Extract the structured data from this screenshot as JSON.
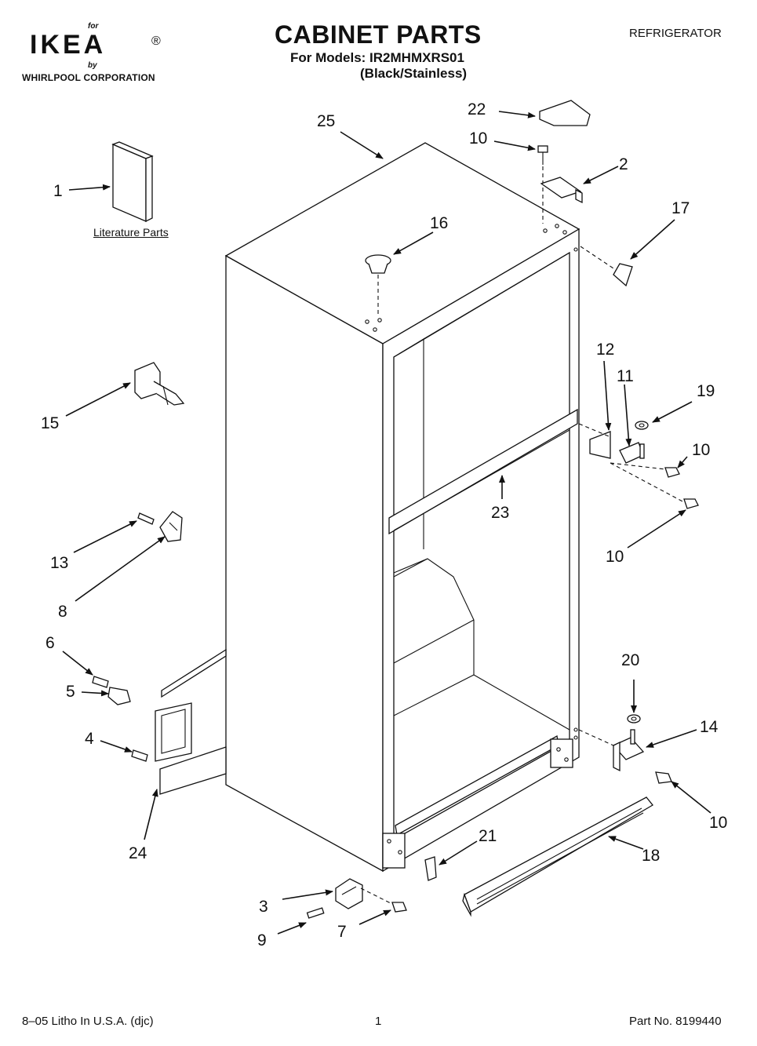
{
  "header": {
    "brand_for": "for",
    "brand_name": "IKEA",
    "brand_reg": "®",
    "brand_by": "by",
    "brand_corp": "WHIRLPOOL CORPORATION",
    "title": "CABINET PARTS",
    "models": "For Models: IR2MHMXRS01",
    "variant": "(Black/Stainless)",
    "category": "REFRIGERATOR"
  },
  "literature_label": "Literature Parts",
  "callouts": {
    "c1": "1",
    "c2": "2",
    "c3": "3",
    "c4": "4",
    "c5": "5",
    "c6": "6",
    "c7": "7",
    "c8": "8",
    "c9": "9",
    "c10a": "10",
    "c10b": "10",
    "c10c": "10",
    "c10d": "10",
    "c11": "11",
    "c12": "12",
    "c13": "13",
    "c14": "14",
    "c15": "15",
    "c16": "16",
    "c17": "17",
    "c18": "18",
    "c19": "19",
    "c20": "20",
    "c21": "21",
    "c22": "22",
    "c23": "23",
    "c24": "24",
    "c25": "25"
  },
  "footer": {
    "litho": "8–05 Litho In U.S.A. (djc)",
    "page": "1",
    "part_no": "Part No. 8199440"
  }
}
